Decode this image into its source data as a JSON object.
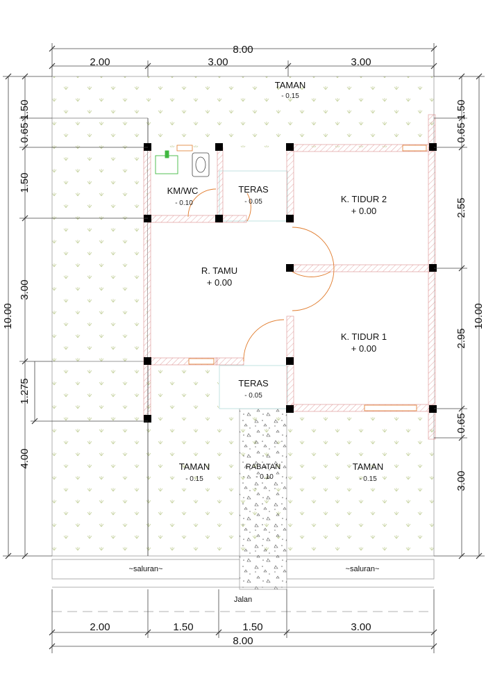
{
  "dimensions": {
    "top": {
      "total": "8.00",
      "segments": [
        "2.00",
        "3.00",
        "3.00"
      ]
    },
    "bottom": {
      "total": "8.00",
      "segments": [
        "2.00",
        "1.50",
        "1.50",
        "3.00"
      ]
    },
    "left": {
      "total": "10.00",
      "segments": [
        "1.50",
        "0.65",
        "1.50",
        "3.00",
        "1.275",
        "4.00"
      ]
    },
    "right": {
      "total": "10.00",
      "segments": [
        "1.50",
        "0.65",
        "2.55",
        "2.95",
        "0.65",
        "3.00"
      ]
    }
  },
  "rooms": {
    "taman_top": {
      "name": "TAMAN",
      "elevation": "- 0.15"
    },
    "km_wc": {
      "name": "KM/WC",
      "elevation": "- 0.10"
    },
    "teras_top": {
      "name": "TERAS",
      "elevation": "- 0.05"
    },
    "k_tidur_2": {
      "name": "K. TIDUR 2",
      "elevation": "+ 0.00"
    },
    "r_tamu": {
      "name": "R. TAMU",
      "elevation": "+ 0.00"
    },
    "k_tidur_1": {
      "name": "K. TIDUR 1",
      "elevation": "+ 0.00"
    },
    "teras_bottom": {
      "name": "TERAS",
      "elevation": "- 0.05"
    },
    "taman_left": {
      "name": "TAMAN",
      "elevation": "- 0.15"
    },
    "rabatan": {
      "name": "RABATAN",
      "elevation": "- 0.10"
    },
    "taman_right": {
      "name": "TAMAN",
      "elevation": "- 0.15"
    }
  },
  "labels": {
    "saluran_left": "~saluran~",
    "saluran_right": "~saluran~",
    "jalan": "Jalan"
  },
  "colors": {
    "grass": "#c9d6a6",
    "wall_hatch": "#d98c8c",
    "column": "#000000",
    "door_arc": "#e07a2a",
    "fixture": "#40b840",
    "dim_line": "#444444"
  }
}
